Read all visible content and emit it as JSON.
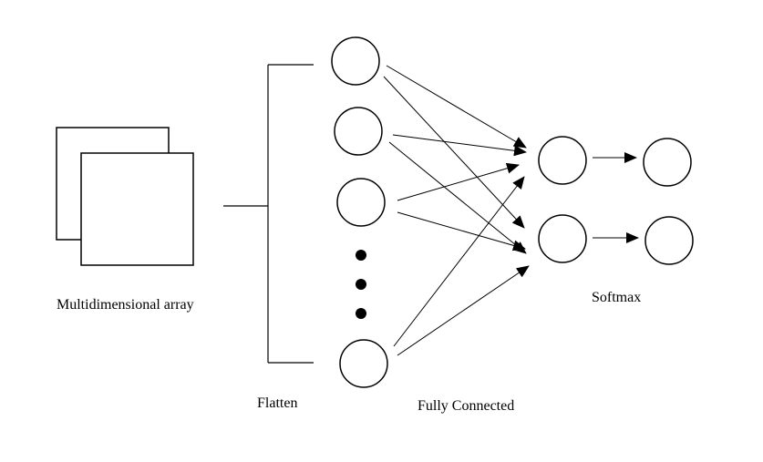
{
  "labels": {
    "array": "Multidimensional array",
    "flatten": "Flatten",
    "fully_connected": "Fully Connected",
    "softmax": "Softmax"
  },
  "colors": {
    "stroke": "#000000",
    "background": "#ffffff"
  }
}
